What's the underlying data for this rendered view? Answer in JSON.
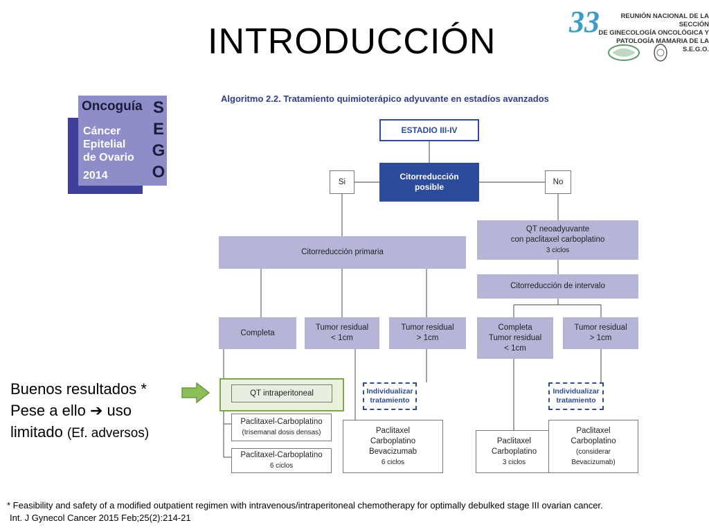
{
  "header": {
    "title": "INTRODUCCIÓN",
    "logo_number": "33",
    "meeting_lines": [
      "REUNIÓN NACIONAL DE LA SECCIÓN",
      "DE GINECOLOGÍA ONCOLÓGICA Y",
      "PATOLOGÍA MAMARIA DE LA S.E.G.O."
    ]
  },
  "cover": {
    "brand": "Oncoguía",
    "title_lines": [
      "Cáncer",
      "Epitelial",
      "de Ovario"
    ],
    "year": "2014",
    "sego_letters": [
      "S",
      "E",
      "G",
      "O"
    ]
  },
  "algorithm": {
    "title": "Algoritmo 2.2. Tratamiento quimioterápico adyuvante en estadíos avanzados",
    "nodes": {
      "estadio": "ESTADIO III-IV",
      "citorreduccion_posible": [
        "Citorreducción",
        "posible"
      ],
      "si": "Si",
      "no": "No",
      "citorreduccion_primaria": "Citorreducción primaria",
      "qt_neoadyuvante": [
        "QT neoadyuvante",
        "con paclitaxel carboplatino",
        "3 ciclos"
      ],
      "citorreduccion_intervalo": "Citorreducción de intervalo",
      "completa": "Completa",
      "tumor_residual_menor": [
        "Tumor residual",
        "< 1cm"
      ],
      "tumor_residual_mayor": [
        "Tumor residual",
        "> 1cm"
      ],
      "completa_tumor_residual": [
        "Completa",
        "Tumor residual",
        "< 1cm"
      ],
      "tumor_residual_mayor_2": [
        "Tumor residual",
        "> 1cm"
      ],
      "qt_intraperitoneal": "QT intraperitoneal",
      "paclitaxel_densas": [
        "Paclitaxel-Carboplatino",
        "(trisemanal dosis densas)"
      ],
      "paclitaxel_6": [
        "Paclitaxel-Carboplatino",
        "6 ciclos"
      ],
      "individualizar_1": [
        "Individualizar",
        "tratamiento"
      ],
      "individualizar_2": [
        "Individualizar",
        "tratamiento"
      ],
      "pcb_6": [
        "Paclitaxel",
        "Carboplatino",
        "Bevacizumab",
        "6 ciclos"
      ],
      "pc_3": [
        "Paclitaxel",
        "Carboplatino",
        "3 ciclos"
      ],
      "pc_bev": [
        "Paclitaxel",
        "Carboplatino",
        "(considerar",
        "Bevacizumab)"
      ]
    }
  },
  "side_note": {
    "line1": "Buenos resultados *",
    "line2_a": "Pese a ello",
    "arrow": "➔",
    "line2_b": "uso",
    "line3_a": "limitado",
    "line3_b": "(Ef. adversos)"
  },
  "footnote": {
    "line1": "*  Feasibility and safety of a modified outpatient regimen with intravenous/intraperitoneal chemotherapy for optimally debulked stage III ovarian cancer.",
    "line2": "Int. J Gynecol Cancer 2015 Feb;25(2):214-21"
  },
  "colors": {
    "navy": "#2d4b9c",
    "lavender": "#b5b5d8",
    "green_arrow": "#7aa845"
  }
}
